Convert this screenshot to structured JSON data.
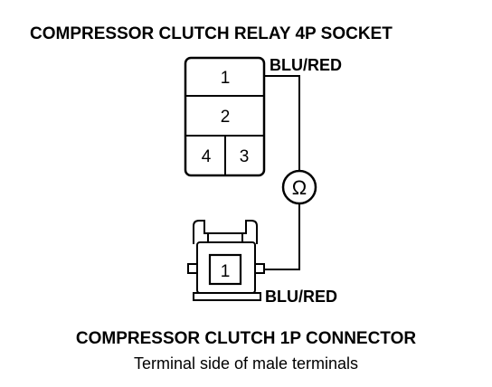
{
  "relay_socket": {
    "title": "COMPRESSOR CLUTCH RELAY 4P SOCKET",
    "wire_label": "BLU/RED",
    "pins": [
      "1",
      "2",
      "4",
      "3"
    ]
  },
  "meter": {
    "symbol": "Ω",
    "icon": "ohmmeter-icon"
  },
  "clutch_connector": {
    "title": "COMPRESSOR CLUTCH 1P CONNECTOR",
    "subtitle": "Terminal side of male terminals",
    "wire_label": "BLU/RED",
    "pins": [
      "1"
    ]
  }
}
